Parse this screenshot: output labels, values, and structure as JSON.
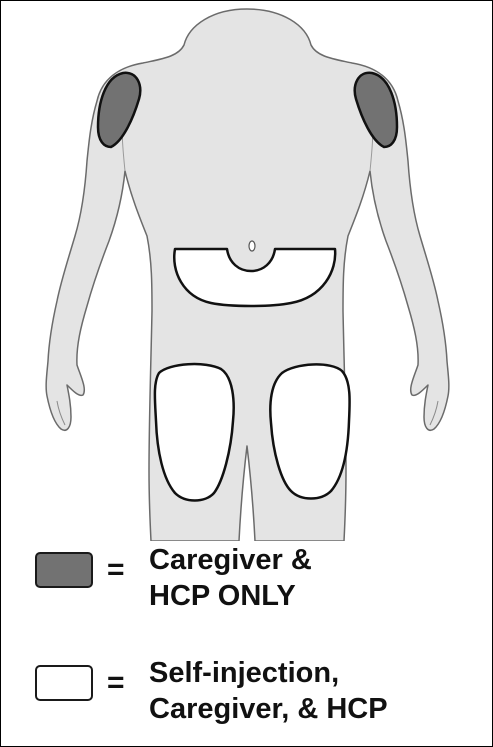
{
  "legend": {
    "caregiver_only": {
      "equals": "=",
      "line1": "Caregiver &",
      "line2": "HCP ONLY",
      "color": "#727272"
    },
    "self_injection": {
      "equals": "=",
      "line1": "Self-injection,",
      "line2": "Caregiver, & HCP",
      "color": "#ffffff"
    }
  },
  "colors": {
    "body_fill": "#e4e4e4",
    "body_outline": "#6b6b6b",
    "zone_outline": "#111111"
  }
}
